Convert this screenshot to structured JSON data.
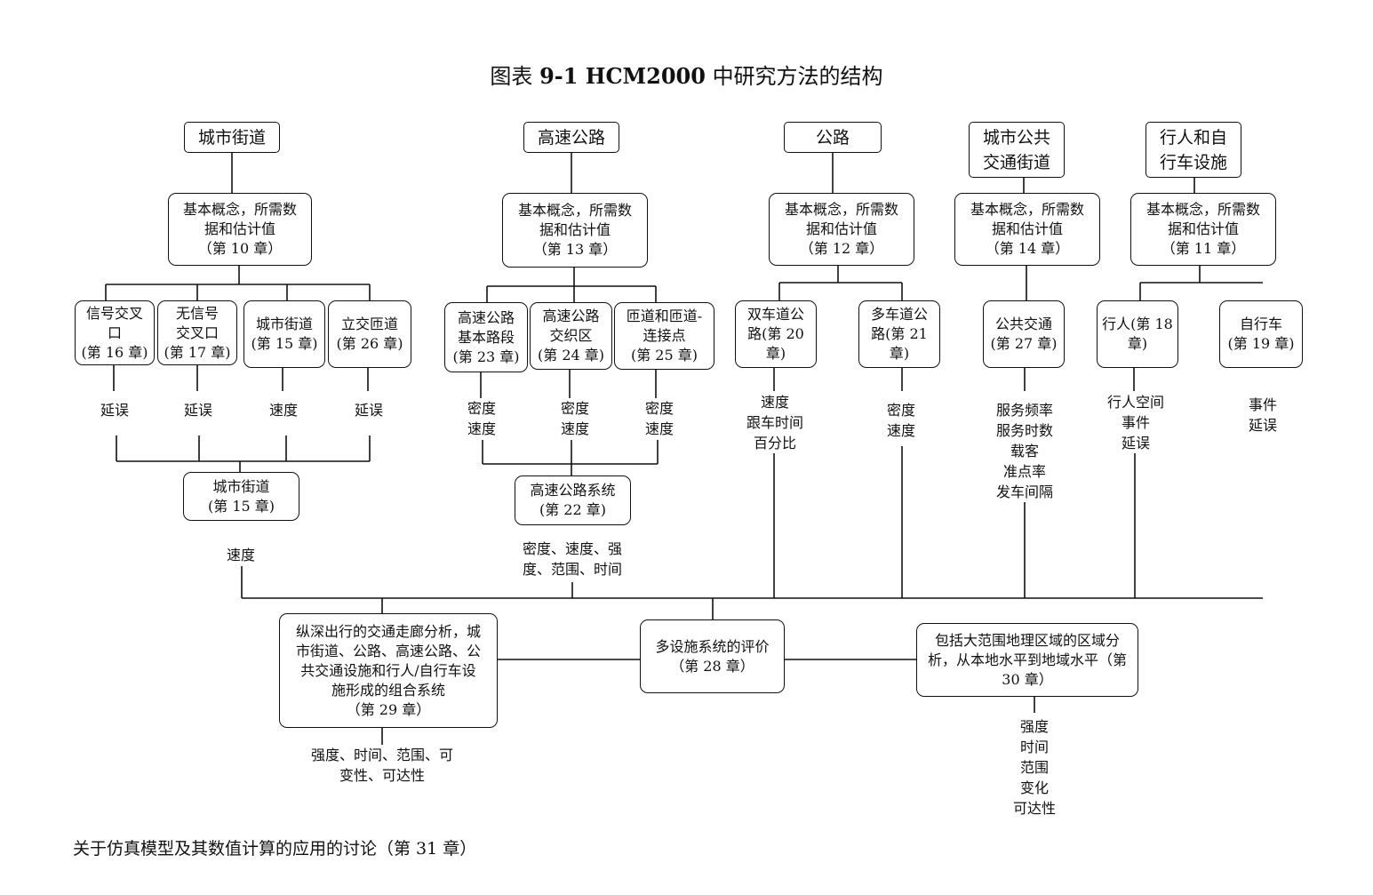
{
  "title": {
    "prefix": "图表",
    "strong": "9-1 HCM2000",
    "suffix": "中研究方法的结构"
  },
  "footer": "关于仿真模型及其数值计算的应用的讨论（第 31 章）",
  "boxes": {
    "urban_streets": "城市街道",
    "freeways": "高速公路",
    "highways": "公路",
    "transit": "城市公共\n交通街道",
    "ped_bike": "行人和自\n行车设施",
    "concept_10": "基本概念，所需数\n据和估计值\n（第 10 章）",
    "concept_13": "基本概念，所需数\n据和估计值\n（第 13 章）",
    "concept_12": "基本概念，所需数\n据和估计值\n（第 12 章）",
    "concept_14": "基本概念，所需数\n据和估计值\n（第 14 章）",
    "concept_11": "基本概念，所需数\n据和估计值\n（第 11 章）",
    "signal": "信号交叉\n口\n(第 16 章)",
    "unsignal": "无信号\n交叉口\n(第 17 章)",
    "urban_15": "城市街道\n(第 15 章)",
    "interchange": "立交匝道\n(第 26 章)",
    "basic_seg": "高速公路\n基本路段\n(第 23 章)",
    "weaving": "高速公路\n交织区\n(第 24 章)",
    "ramps": "匝道和匝道-\n连接点\n(第 25 章)",
    "twolane": "双车道公\n路(第 20\n章)",
    "multilane": "多车道公\n路(第 21\n章)",
    "transit_27": "公共交通\n(第 27 章)",
    "ped_18": "行人(第 18\n章)",
    "bike_19": "自行车\n(第 19 章)",
    "urban_sys": "城市街道\n(第 15 章)",
    "freeway_sys": "高速公路系统\n(第 22 章)",
    "corridor": "纵深出行的交通走廊分析，城\n市街道、公路、高速公路、公\n共交通设施和行人/自行车设\n施形成的组合系统\n（第 29 章）",
    "multi_facility": "多设施系统的评价\n（第 28 章）",
    "areawide": "包括大范围地理区域的区域分\n析，从本地水平到地域水平（第\n30 章）"
  },
  "labels": {
    "signal": "延误",
    "unsignal": "延误",
    "urban_15": "速度",
    "interchange": "延误",
    "basic_seg": "密度\n速度",
    "weaving": "密度\n速度",
    "ramps": "密度\n速度",
    "twolane": "速度\n跟车时间\n百分比",
    "multilane": "密度\n速度",
    "transit": "服务频率\n服务时数\n载客\n准点率\n发车间隔",
    "ped": "行人空间\n事件\n延误",
    "bike": "事件\n延误",
    "urban_sys": "速度",
    "freeway_sys": "密度、速度、强\n度、范围、时间",
    "corridor": "强度、时间、范围、可\n变性、可达性",
    "areawide": "强度\n时间\n范围\n变化\n可达性"
  }
}
